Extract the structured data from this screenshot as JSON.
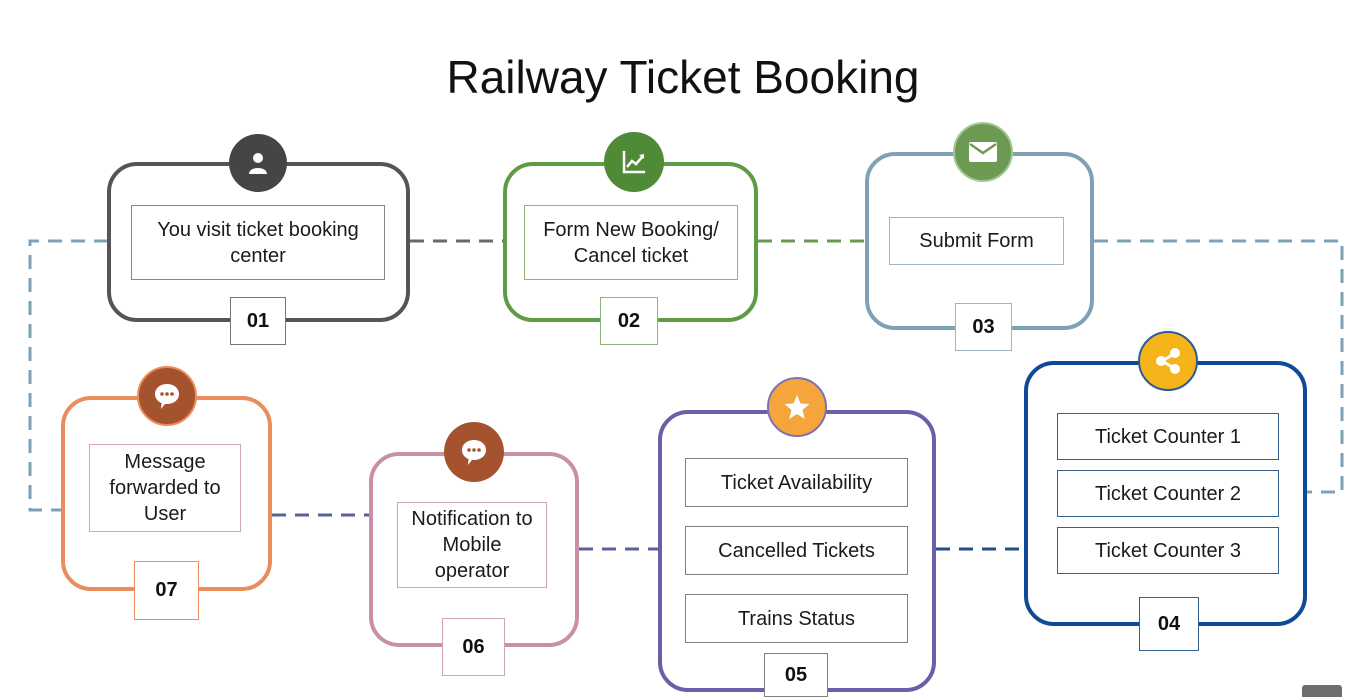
{
  "title": "Railway Ticket Booking",
  "colors": {
    "step01": "#555555",
    "step02": "#5f9a44",
    "step03": "#7fa1b5",
    "step04": "#0f4a99",
    "step05": "#6b5fa8",
    "step06": "#c98fa6",
    "step07": "#ea8c5c",
    "connector_top": "#6d97aa",
    "connector_bottom": "#5a5f9e"
  },
  "steps": [
    {
      "number": "01",
      "icon": "user-icon",
      "texts": [
        "You visit ticket booking center"
      ]
    },
    {
      "number": "02",
      "icon": "chart-icon",
      "texts": [
        "Form New Booking/ Cancel ticket"
      ]
    },
    {
      "number": "03",
      "icon": "mail-icon",
      "texts": [
        "Submit Form"
      ]
    },
    {
      "number": "04",
      "icon": "share-icon",
      "texts": [
        "Ticket Counter 1",
        "Ticket Counter 2",
        "Ticket Counter 3"
      ]
    },
    {
      "number": "05",
      "icon": "star-icon",
      "texts": [
        "Ticket Availability",
        "Cancelled Tickets",
        "Trains Status"
      ]
    },
    {
      "number": "06",
      "icon": "chat-icon",
      "texts": [
        "Notification to Mobile operator"
      ]
    },
    {
      "number": "07",
      "icon": "chat-icon",
      "texts": [
        "Message forwarded to User"
      ]
    }
  ]
}
